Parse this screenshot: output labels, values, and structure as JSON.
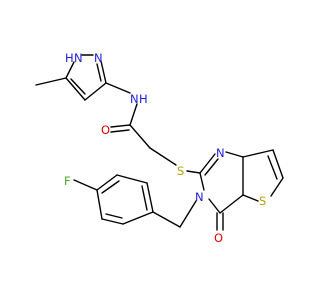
{
  "colors": {
    "background": "#ffffff",
    "bond": "#000000",
    "nitrogen": "#1f1fd6",
    "oxygen": "#e00000",
    "sulfur": "#b3a100",
    "fluorine": "#4aa82f"
  },
  "atoms": {
    "N1": "N",
    "H1": "H",
    "N2": "N",
    "NH_N": "N",
    "NH_H": "H",
    "O_amide": "O",
    "S_linker": "S",
    "N_ring_top": "N",
    "N_ring": "N",
    "S_thiophene": "S",
    "O_keto": "O",
    "F": "F"
  }
}
